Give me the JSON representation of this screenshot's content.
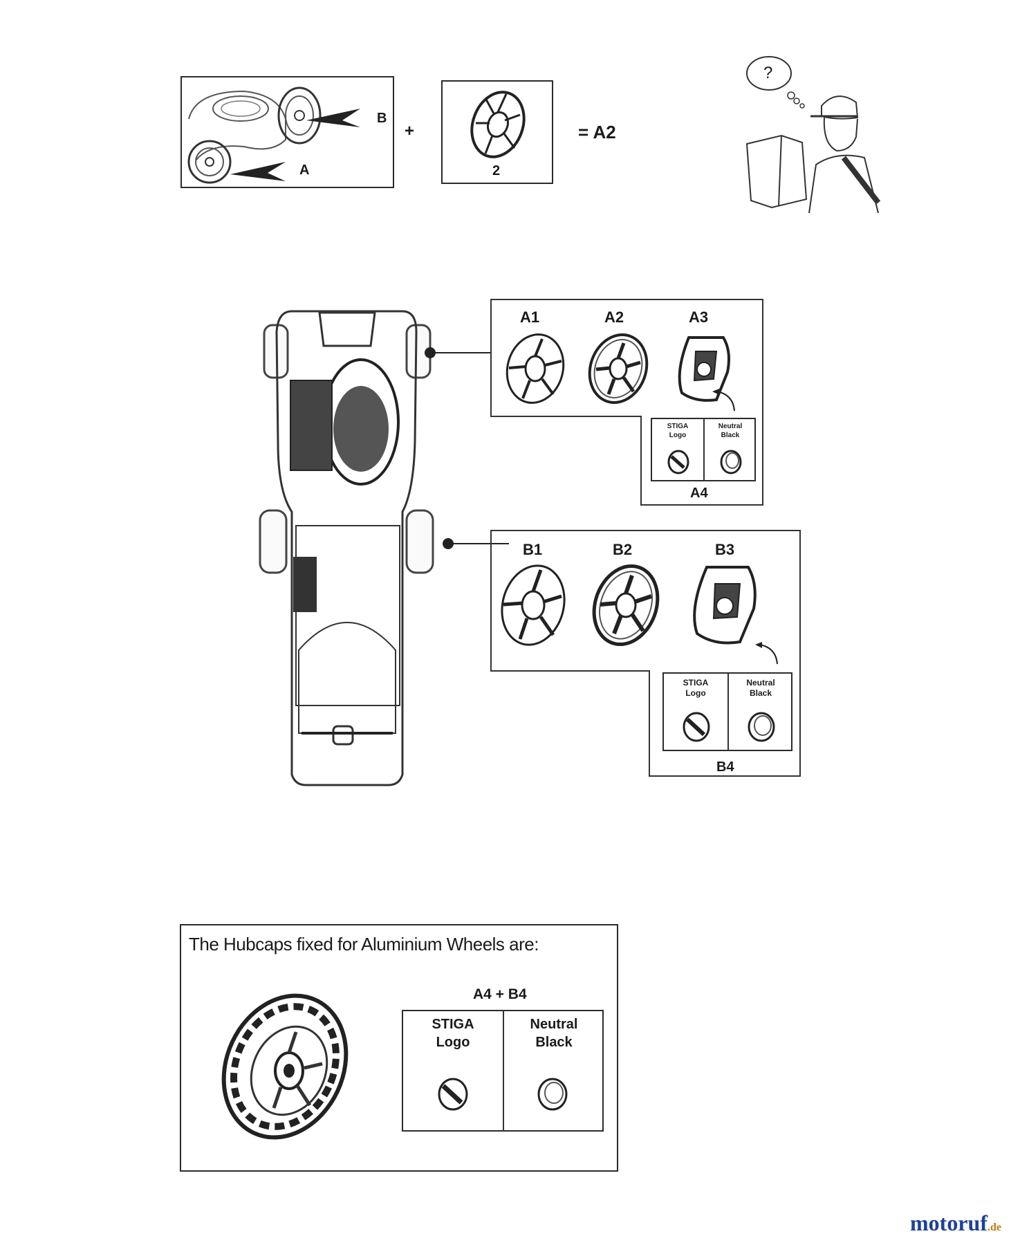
{
  "top_row": {
    "label_b": "B",
    "label_a": "A",
    "plus": "+",
    "hubcap_number": "2",
    "equals_result": "= A2",
    "thought_mark": "?"
  },
  "front_group": {
    "items": [
      "A1",
      "A2",
      "A3"
    ],
    "insert_left": "STIGA\nLogo",
    "insert_right": "Neutral\nBlack",
    "insert_label": "A4"
  },
  "rear_group": {
    "items": [
      "B1",
      "B2",
      "B3"
    ],
    "insert_left": "STIGA\nLogo",
    "insert_right": "Neutral\nBlack",
    "insert_label": "B4"
  },
  "aluminium_box": {
    "title": "The Hubcaps  fixed for Aluminium Wheels are:",
    "combo_label": "A4 + B4",
    "left_label": "STIGA\nLogo",
    "right_label": "Neutral\nBlack"
  },
  "watermark": {
    "part1": "motoruf",
    "part2": ".de",
    "color1": "#1f3f9a",
    "color2": "#c87a10"
  }
}
